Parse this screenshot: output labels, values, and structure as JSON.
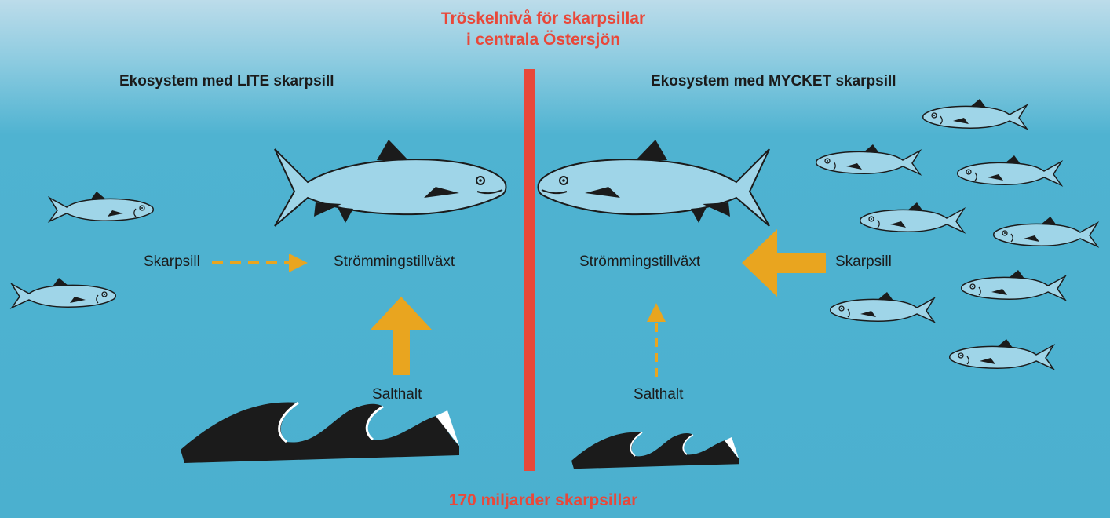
{
  "threshold": {
    "line1": "Tröskelnivå för skarpsillar",
    "line2": "i centrala Östersjön",
    "footer": "170 miljarder skarpsillar"
  },
  "left": {
    "heading": "Ekosystem med LITE skarpsill",
    "sprat_label": "Skarpsill",
    "growth_label": "Strömmingstillväxt",
    "salinity_label": "Salthalt"
  },
  "right": {
    "heading": "Ekosystem med MYCKET skarpsill",
    "sprat_label": "Skarpsill",
    "growth_label": "Strömmingstillväxt",
    "salinity_label": "Salthalt"
  },
  "colors": {
    "threshold": "#e8483a",
    "arrow": "#e9a51f",
    "text": "#1b1b1b",
    "fish_fill": "#9fd5e8"
  }
}
